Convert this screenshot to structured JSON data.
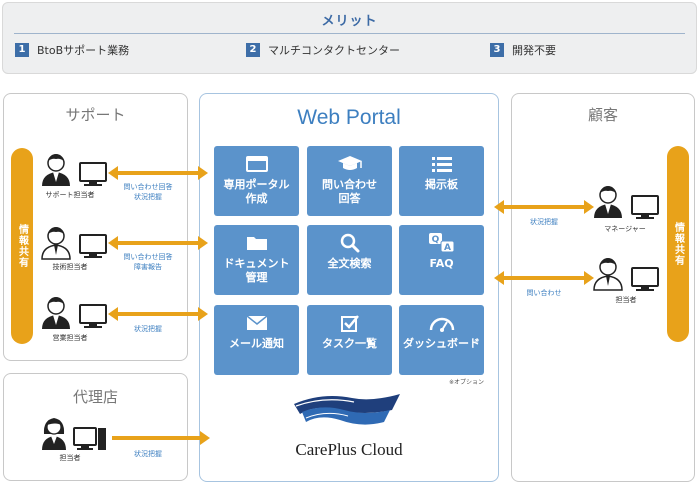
{
  "merit": {
    "title": "メリット",
    "items": [
      {
        "num": "1",
        "label": "BtoBサポート業務"
      },
      {
        "num": "2",
        "label": "マルチコンタクトセンター"
      },
      {
        "num": "3",
        "label": "開発不要"
      }
    ]
  },
  "support": {
    "title": "サポート",
    "share_label": "情報共有",
    "people": [
      {
        "label": "サポート担当者",
        "arrow_label": "問い合わせ回答\n状況把握"
      },
      {
        "label": "技術担当者",
        "arrow_label": "問い合わせ回答\n障害報告"
      },
      {
        "label": "営業担当者",
        "arrow_label": "状況把握"
      }
    ]
  },
  "agency": {
    "title": "代理店",
    "person_label": "担当者",
    "arrow_label": "状況把握"
  },
  "portal": {
    "title": "Web Portal",
    "tiles": [
      {
        "label": "専用ポータル\n作成",
        "icon": "browser-window-icon"
      },
      {
        "label": "問い合わせ\n回答",
        "icon": "graduation-cap-icon"
      },
      {
        "label": "掲示板",
        "icon": "list-icon"
      },
      {
        "label": "ドキュメント\n管理",
        "icon": "folder-icon"
      },
      {
        "label": "全文検索",
        "icon": "search-icon"
      },
      {
        "label": "FAQ",
        "icon": "qa-bubble-icon"
      },
      {
        "label": "メール通知",
        "icon": "envelope-icon"
      },
      {
        "label": "タスク一覧",
        "icon": "checkbox-icon"
      },
      {
        "label": "ダッシュボード",
        "icon": "gauge-icon"
      }
    ],
    "asterisk": "※",
    "note": "※オプション",
    "brand": "CarePlus Cloud"
  },
  "customer": {
    "title": "顧客",
    "share_label": "情報共有",
    "people": [
      {
        "label": "マネージャー",
        "arrow_label": "状況把握"
      },
      {
        "label": "担当者",
        "arrow_label": "問い合わせ"
      }
    ]
  },
  "colors": {
    "accent_blue": "#5b93cb",
    "title_blue": "#3d7fc0",
    "number_blue": "#3d6ea8",
    "arrow_orange": "#e8a21a",
    "panel_border": "#c8c8c8"
  }
}
